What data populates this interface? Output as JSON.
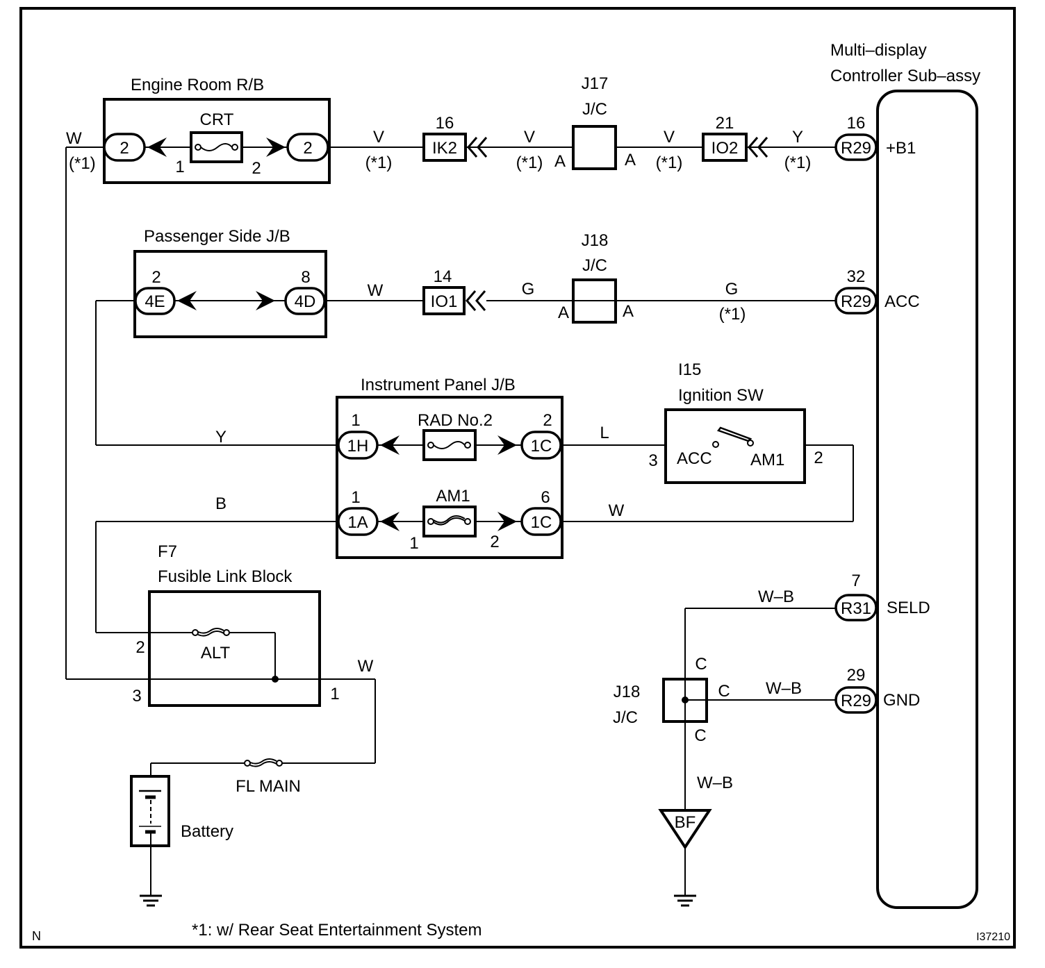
{
  "diagram": {
    "frame_code_left": "N",
    "figure_id": "I37210",
    "footnote": "*1: w/ Rear Seat Entertainment System",
    "controller": {
      "title_line1": "Multi–display",
      "title_line2": "Controller Sub–assy",
      "pins": [
        {
          "pin": "16",
          "connector": "R29",
          "signal": "+B1"
        },
        {
          "pin": "32",
          "connector": "R29",
          "signal": "ACC"
        },
        {
          "pin": "7",
          "connector": "R31",
          "signal": "SELD"
        },
        {
          "pin": "29",
          "connector": "R29",
          "signal": "GND"
        }
      ]
    },
    "engine_room_rb": {
      "title": "Engine Room R/B",
      "fuse": "CRT",
      "left_conn": "2",
      "right_conn": "2",
      "fuse_pin_left": "1",
      "fuse_pin_right": "2"
    },
    "row1_wires": {
      "left_color": "W",
      "left_note": "(*1)",
      "seg1_color": "V",
      "seg1_note": "(*1)",
      "ik2_pin": "16",
      "ik2": "IK2",
      "seg2_color": "V",
      "seg2_note": "(*1)",
      "j17_id": "J17",
      "j17_type": "J/C",
      "j17_left": "A",
      "j17_right": "A",
      "seg3_color": "V",
      "seg3_note": "(*1)",
      "io2_pin": "21",
      "io2": "IO2",
      "seg4_color": "Y",
      "seg4_note": "(*1)"
    },
    "passenger_jb": {
      "title": "Passenger Side J/B",
      "left_pin": "2",
      "left_conn": "4E",
      "right_pin": "8",
      "right_conn": "4D"
    },
    "row2_wires": {
      "seg1_color": "W",
      "io1_pin": "14",
      "io1": "IO1",
      "seg2_color": "G",
      "j18_id": "J18",
      "j18_type": "J/C",
      "j18_left": "A",
      "j18_right": "A",
      "seg3_color": "G",
      "seg3_note": "(*1)"
    },
    "instrument_jb": {
      "title": "Instrument Panel J/B",
      "fuse1": "RAD No.2",
      "fuse1_left_pin": "1",
      "fuse1_left_conn": "1H",
      "fuse1_right_pin": "2",
      "fuse1_right_conn": "1C",
      "fuse2": "AM1",
      "fuse2_left_pin": "1",
      "fuse2_left_conn": "1A",
      "fuse2_right_pin": "6",
      "fuse2_right_conn": "1C",
      "fuse2_pin_left": "1",
      "fuse2_pin_right": "2"
    },
    "ignition": {
      "id": "I15",
      "title": "Ignition SW",
      "term_left": "ACC",
      "term_right": "AM1",
      "pin_left": "3",
      "pin_right": "2"
    },
    "wire_labels": {
      "y_wire": "Y",
      "l_wire": "L",
      "b_wire": "B",
      "w_wire_am1": "W",
      "w_wire_fl": "W"
    },
    "fusible_link": {
      "id": "F7",
      "title": "Fusible Link Block",
      "fuse": "ALT",
      "pin_2": "2",
      "pin_3": "3",
      "pin_1": "1"
    },
    "battery": {
      "label": "Battery",
      "main_fuse": "FL MAIN"
    },
    "ground_branch": {
      "seld_wire": "W–B",
      "gnd_wire": "W–B",
      "j18_id": "J18",
      "j18_type": "J/C",
      "pin_top": "C",
      "pin_right": "C",
      "pin_bottom": "C",
      "down_wire": "W–B",
      "ground_point": "BF"
    }
  }
}
